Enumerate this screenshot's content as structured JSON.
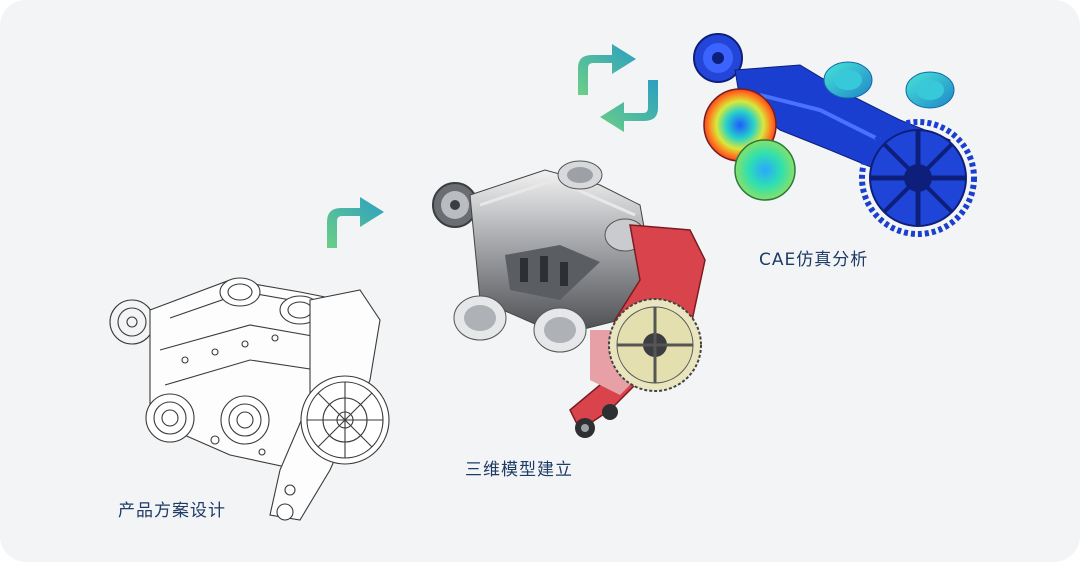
{
  "steps": [
    {
      "label": "产品方案设计"
    },
    {
      "label": "三维模型建立"
    },
    {
      "label": "CAE仿真分析"
    }
  ],
  "colors": {
    "background": "#f3f4f5",
    "label": "#1e3b66",
    "arrow_green": "#5fc38a",
    "arrow_blue": "#2aa0c0",
    "model_red": "#d9434b",
    "cae_blue": "#1a3fd0"
  },
  "icons": [
    "right-turn-arrow-icon",
    "cycle-arrows-icon"
  ]
}
